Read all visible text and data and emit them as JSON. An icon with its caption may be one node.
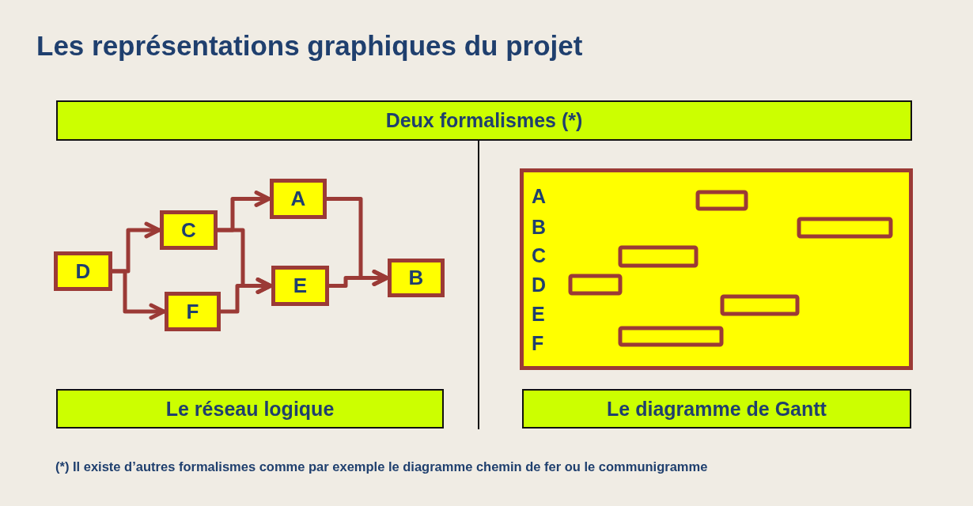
{
  "diagram": {
    "title": "Les représentations graphiques du projet",
    "nodes": [
      {
        "text": [
          "Deux formalismes (*)"
        ]
      },
      {
        "text": [
          "D"
        ]
      },
      {
        "text": [
          "C"
        ]
      },
      {
        "text": [
          "A"
        ]
      },
      {
        "text": [
          "F"
        ]
      },
      {
        "text": [
          "E"
        ]
      },
      {
        "text": [
          "B"
        ]
      },
      {
        "text": [
          "A",
          "B",
          "C",
          "D",
          "E",
          "F"
        ]
      },
      {
        "text": [
          "Le réseau logique"
        ]
      },
      {
        "text": [
          "Le diagramme de Gantt"
        ]
      }
    ],
    "edges": [
      {
        "from": 1,
        "to": 2,
        "arrow": "to"
      },
      {
        "from": 1,
        "to": 4,
        "arrow": "to"
      },
      {
        "from": 2,
        "to": 3,
        "arrow": "to"
      },
      {
        "from": 2,
        "to": 5,
        "arrow": "to"
      },
      {
        "from": 4,
        "to": 5,
        "arrow": "to"
      },
      {
        "from": 3,
        "to": 6,
        "arrow": "to"
      },
      {
        "from": 5,
        "to": 6,
        "arrow": "to"
      }
    ],
    "labels": [
      "(*) Il existe d’autres formalismes comme par exemple le diagramme chemin de fer ou le communigramme"
    ]
  }
}
